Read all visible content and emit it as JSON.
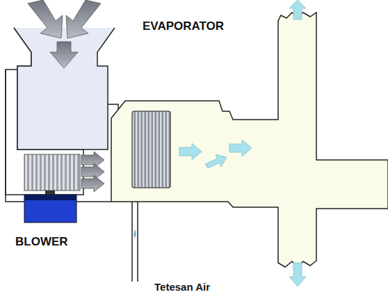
{
  "diagram": {
    "labels": [
      "EVAPORATOR",
      "BLOWER",
      "Tetesan Air"
    ]
  }
}
